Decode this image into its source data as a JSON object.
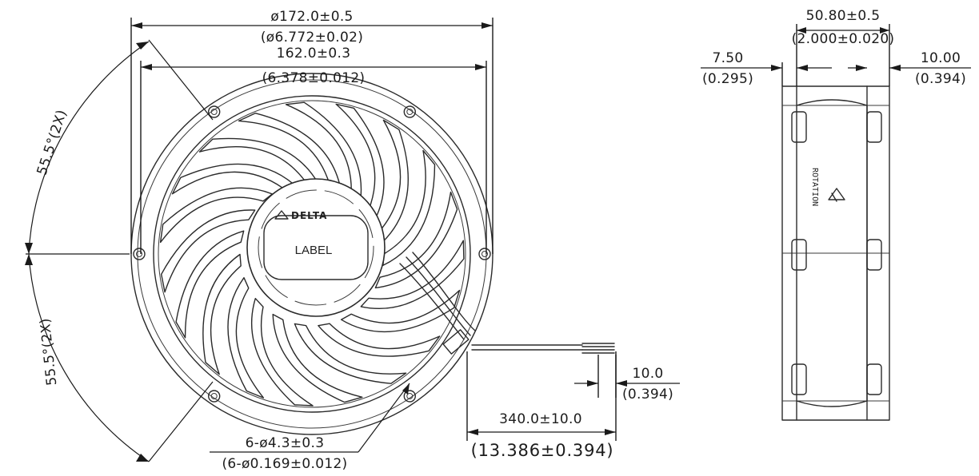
{
  "front_view": {
    "dims": {
      "outer_diameter_mm": "ø172.0±0.5",
      "outer_diameter_in": "(ø6.772±0.02)",
      "hole_spacing_mm": "162.0±0.3",
      "hole_spacing_in": "(6.378±0.012)",
      "angle_upper": "55.5°(2X)",
      "angle_lower": "55.5°(2X)",
      "holes_mm": "6-ø4.3±0.3",
      "holes_in": "(6-ø0.169±0.012)",
      "lead_length_mm": "340.0±10.0",
      "lead_length_in": "(13.386±0.394)",
      "strip_mm": "10.0",
      "strip_in": "(0.394)"
    },
    "label_text": "LABEL",
    "logo_text": "DELTA"
  },
  "side_view": {
    "dims": {
      "depth_mm": "50.80±0.5",
      "depth_in": "(2.000±0.020)",
      "left_flange_mm": "7.50",
      "left_flange_in": "(0.295)",
      "right_flange_mm": "10.00",
      "right_flange_in": "(0.394)"
    },
    "rotation_mark": "ROTATION"
  }
}
